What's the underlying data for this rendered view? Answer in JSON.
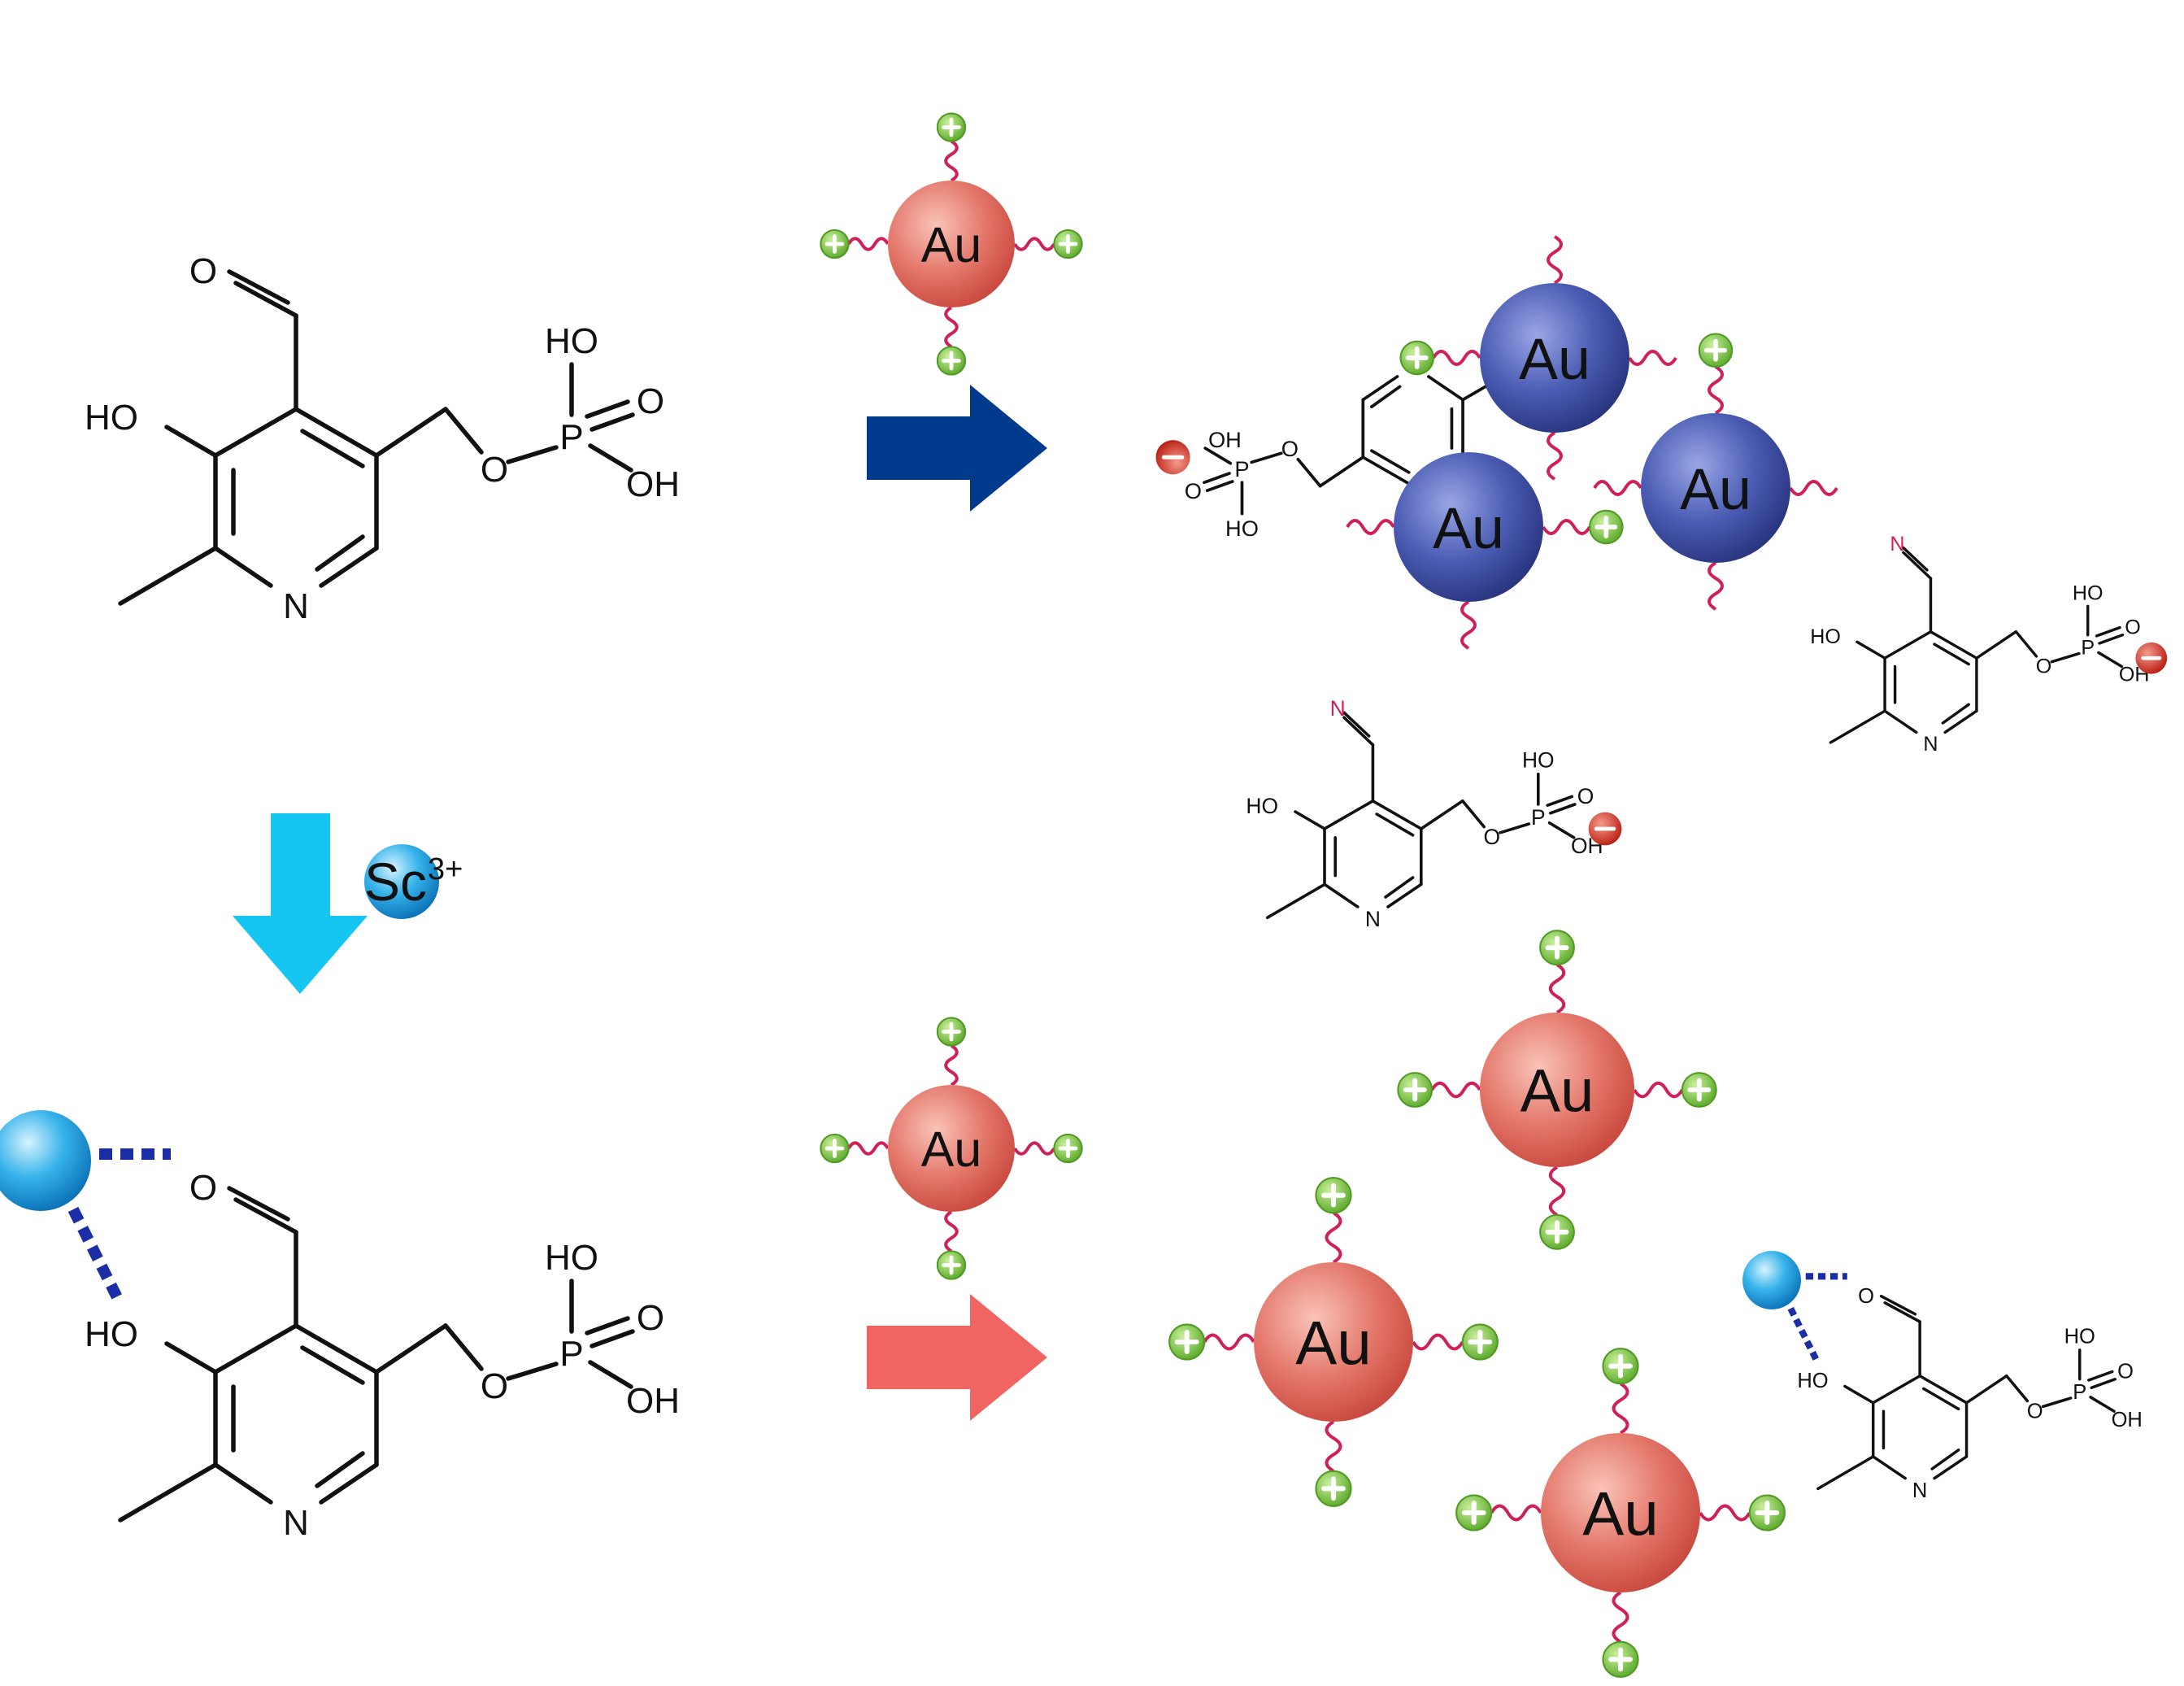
{
  "labels": {
    "au": "Au",
    "sc_ion": "Sc",
    "sc_charge": "3+",
    "n": "N",
    "o": "O",
    "ho": "HO",
    "oh": "OH",
    "p": "P"
  },
  "colors": {
    "bond": "#111111",
    "au_free": "#e0675c",
    "au_aggregated": "#3b4fa8",
    "ligand_wave": "#d0205a",
    "imine_n": "#d0205a",
    "positive_charge": "#7cc33f",
    "negative_charge": "#d62a1c",
    "arrow_aggregation": "#003a8c",
    "arrow_dispersion": "#f06461",
    "arrow_sc_addition": "#16c6f2",
    "sc_ion": "#1aa6e0",
    "coordination_bond": "#1b2ea5"
  },
  "icons": [
    "positive-charge-icon",
    "negative-charge-icon",
    "right-arrow-icon",
    "down-arrow-icon"
  ]
}
